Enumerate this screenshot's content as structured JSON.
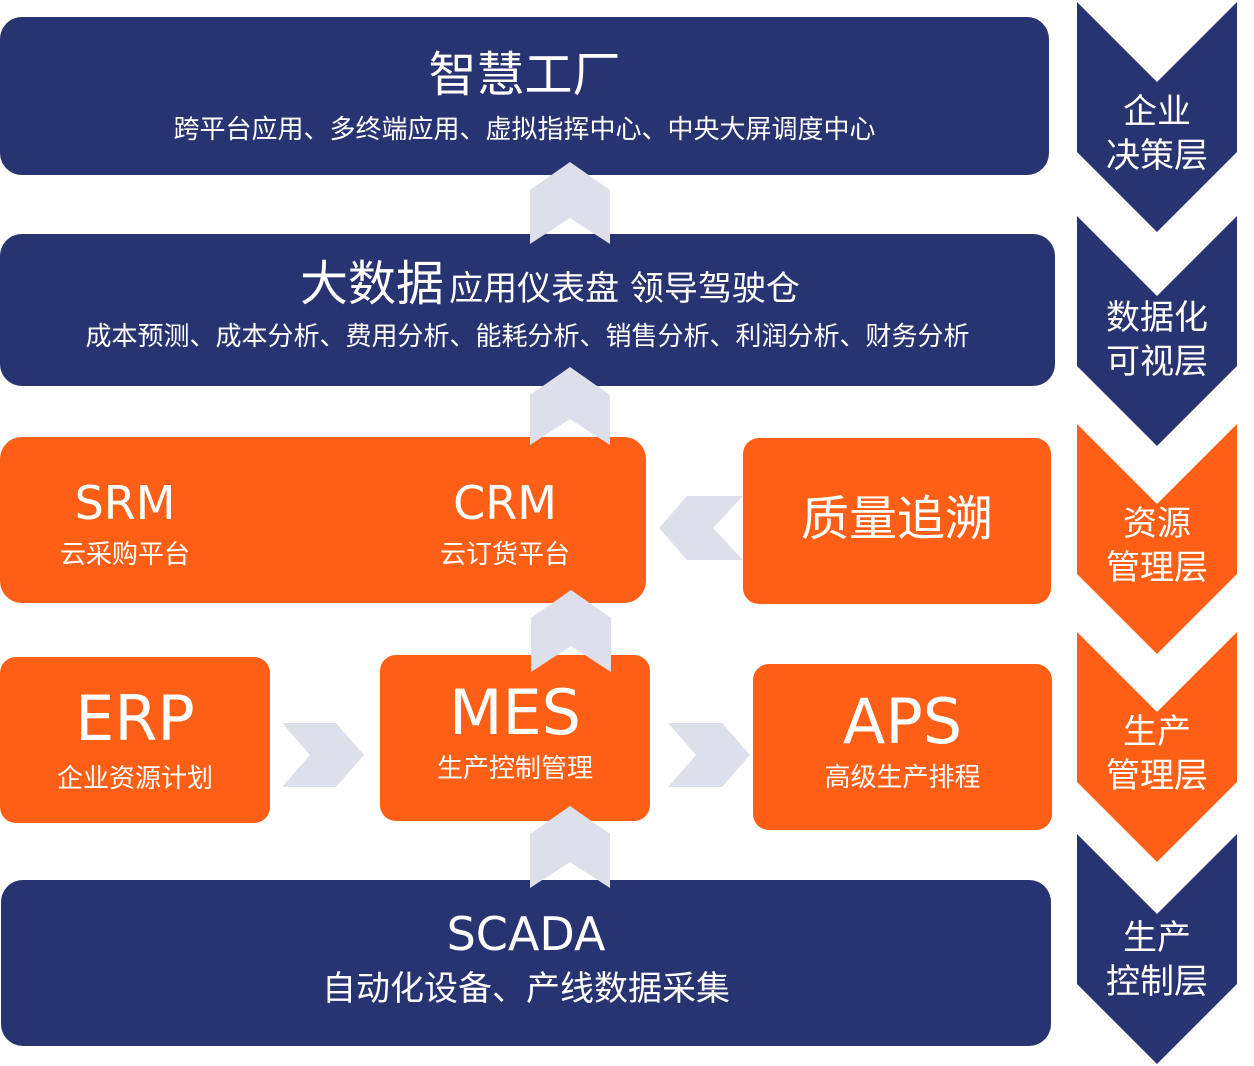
{
  "colors": {
    "navy": "#283371",
    "orange": "#fe5f16",
    "arrow": "#dde0ea"
  },
  "smart_factory": {
    "title": "智慧工厂",
    "subtitle": "跨平台应用、多终端应用、虚拟指挥中心、中央大屏调度中心"
  },
  "big_data": {
    "title_main": "大数据",
    "title_rest": "应用仪表盘 领导驾驶仓",
    "subtitle": "成本预测、成本分析、费用分析、能耗分析、销售分析、利润分析、财务分析"
  },
  "srm": {
    "title": "SRM",
    "subtitle": "云采购平台"
  },
  "crm": {
    "title": "CRM",
    "subtitle": "云订货平台"
  },
  "quality": {
    "title": "质量追溯"
  },
  "erp": {
    "title": "ERP",
    "subtitle": "企业资源计划"
  },
  "mes": {
    "title": "MES",
    "subtitle": "生产控制管理"
  },
  "aps": {
    "title": "APS",
    "subtitle": "高级生产排程"
  },
  "scada": {
    "title": "SCADA",
    "subtitle": "自动化设备、产线数据采集"
  },
  "layers": [
    {
      "line1": "企业",
      "line2": "决策层",
      "color": "navy"
    },
    {
      "line1": "数据化",
      "line2": "可视层",
      "color": "navy"
    },
    {
      "line1": "资源",
      "line2": "管理层",
      "color": "orange"
    },
    {
      "line1": "生产",
      "line2": "管理层",
      "color": "orange"
    },
    {
      "line1": "生产",
      "line2": "控制层",
      "color": "navy"
    }
  ]
}
